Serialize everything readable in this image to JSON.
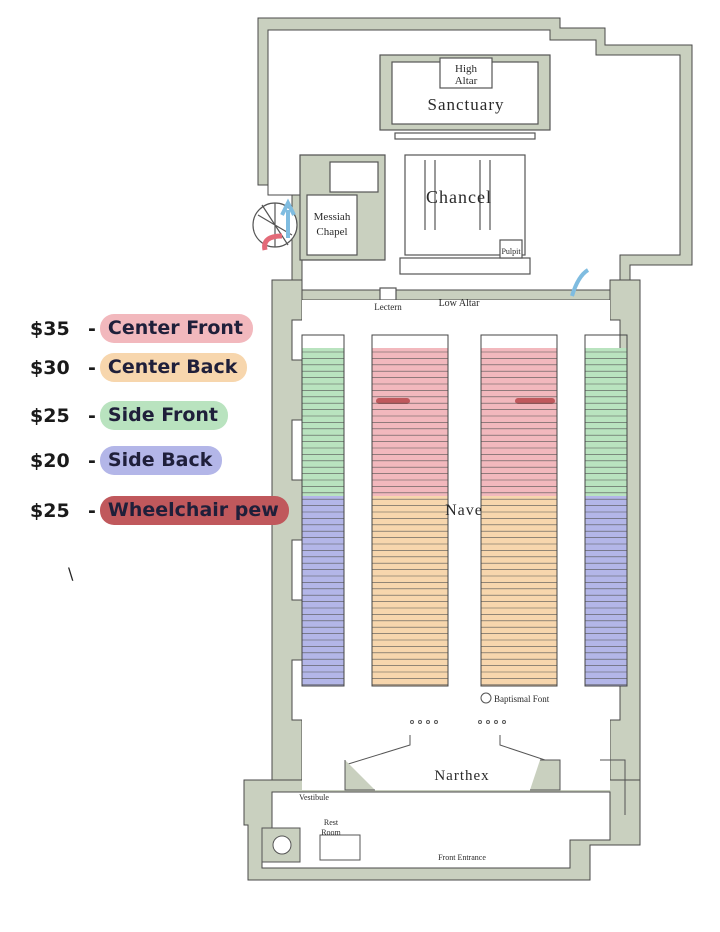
{
  "legend": [
    {
      "price": "$35",
      "label": "Center Front",
      "color": "#f2b8bd"
    },
    {
      "price": "$30",
      "label": "Center Back",
      "color": "#f7d6ad"
    },
    {
      "price": "$25",
      "label": "Side Front",
      "color": "#b9e3bf"
    },
    {
      "price": "$20",
      "label": "Side Back",
      "color": "#b3b6e8"
    },
    {
      "price": "$25",
      "label": "Wheelchair pew",
      "color": "#c0585c"
    }
  ],
  "rooms": {
    "high_altar": [
      "High",
      "Altar"
    ],
    "sanctuary": "Sanctuary",
    "chancel": "Chancel",
    "messiah_chapel": [
      "Messiah",
      "Chapel"
    ],
    "pulpit": "Pulpit",
    "lectern": "Lectern",
    "low_altar": "Low Altar",
    "nave": "Nave",
    "baptismal_font": "Baptismal Font",
    "narthex": "Narthex",
    "vestibule": "Vestibule",
    "rest_room": [
      "Rest",
      "Room"
    ],
    "front_entrance": "Front Entrance"
  },
  "colors": {
    "wall": "#c9d0bf",
    "wall_stroke": "#4a4a4a",
    "arrow": "#7fbce0",
    "arrow_red": "#e36a78"
  }
}
